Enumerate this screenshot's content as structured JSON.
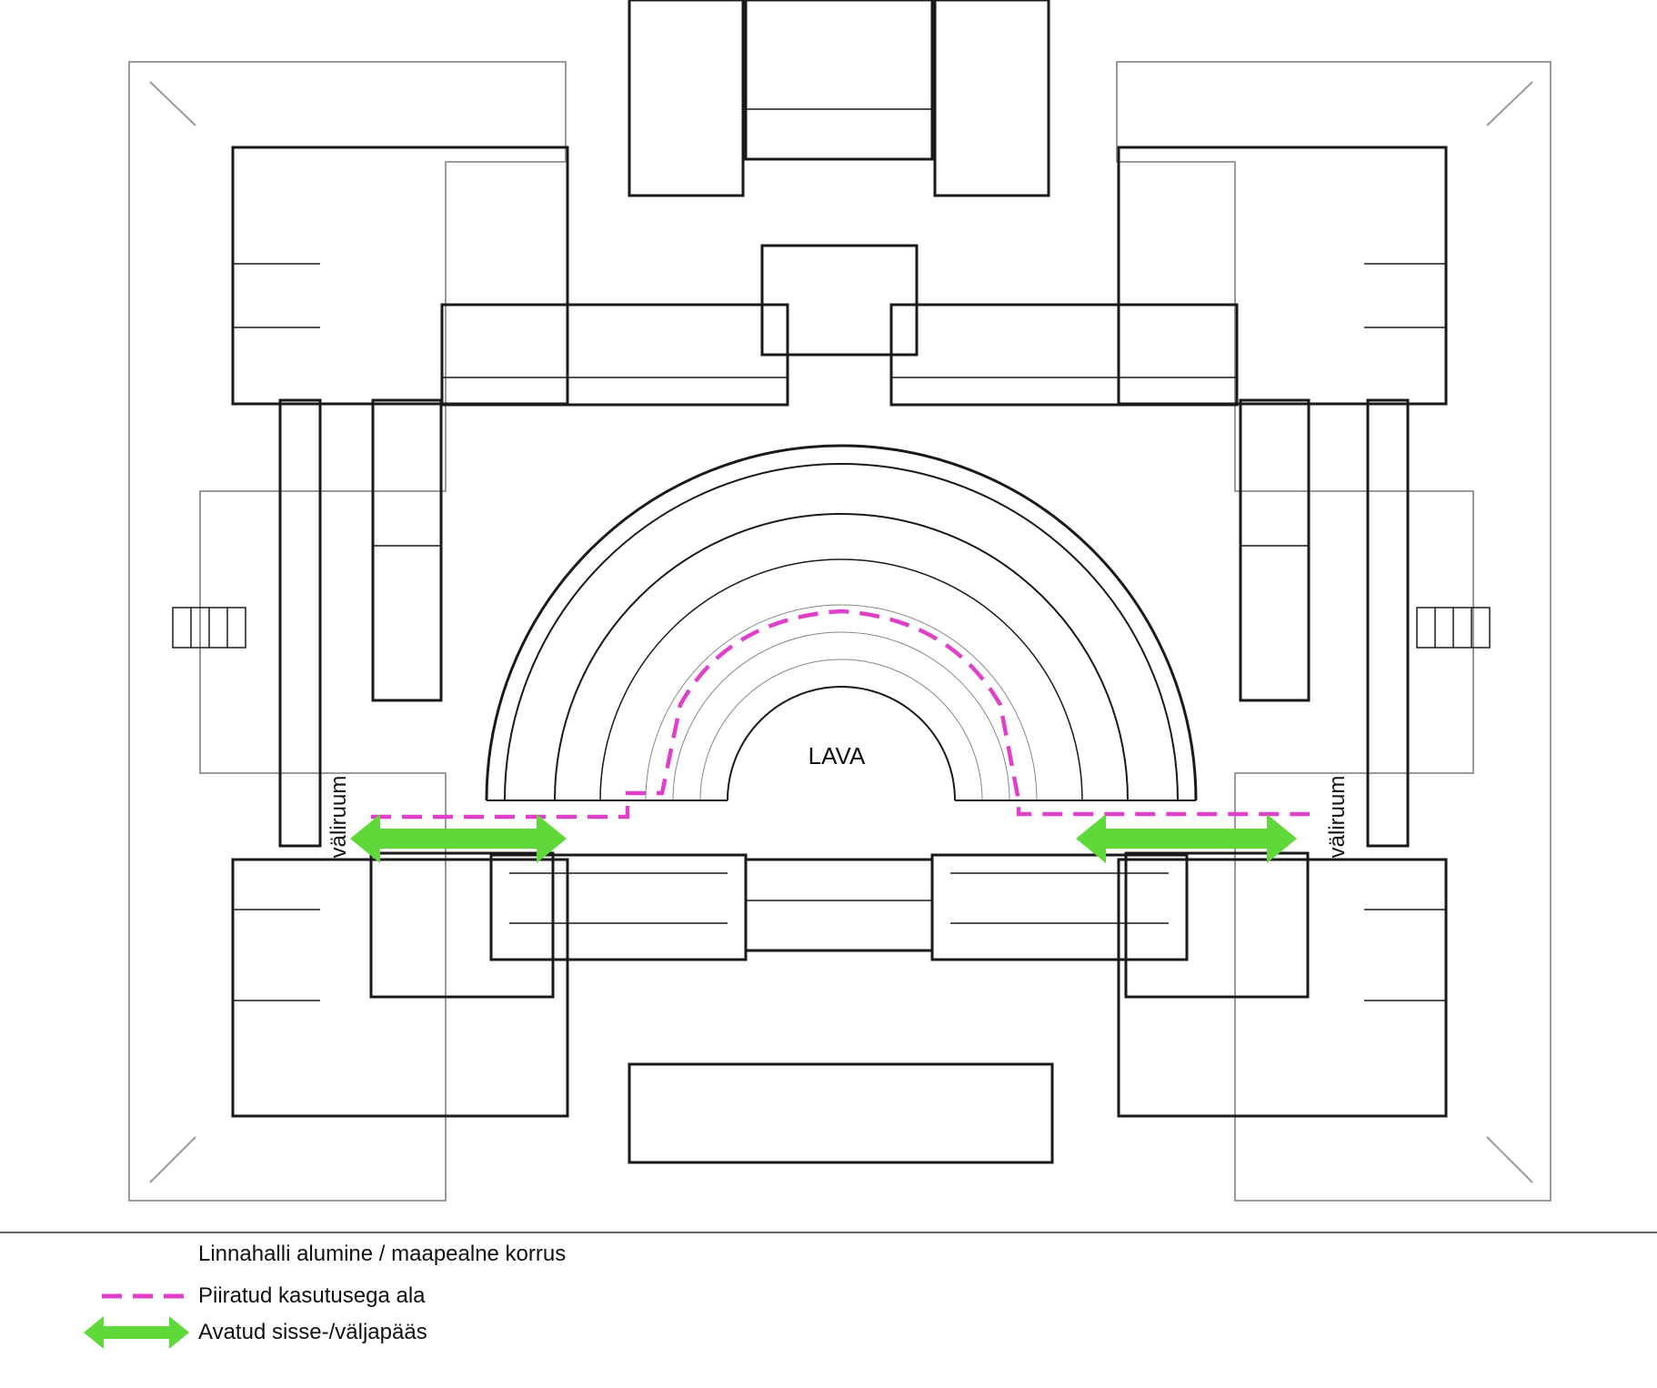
{
  "plan": {
    "stage_label": "LAVA",
    "side_label_left": "väliruum",
    "side_label_right": "väliruum"
  },
  "legend": {
    "title": "Linnahalli alumine / maapealne korrus",
    "items": [
      {
        "label": "Piiratud kasutusega ala",
        "symbol": "magenta-dashed-line",
        "color": "#e040c8"
      },
      {
        "label": "Avatud sisse-/väljapääs",
        "symbol": "green-double-arrow",
        "color": "#5fd93a"
      }
    ]
  },
  "colors": {
    "restricted_line": "#e040c8",
    "open_exit_arrow": "#5fd93a",
    "wall": "#1a1a1a",
    "thin_line": "#9a9a9a"
  }
}
